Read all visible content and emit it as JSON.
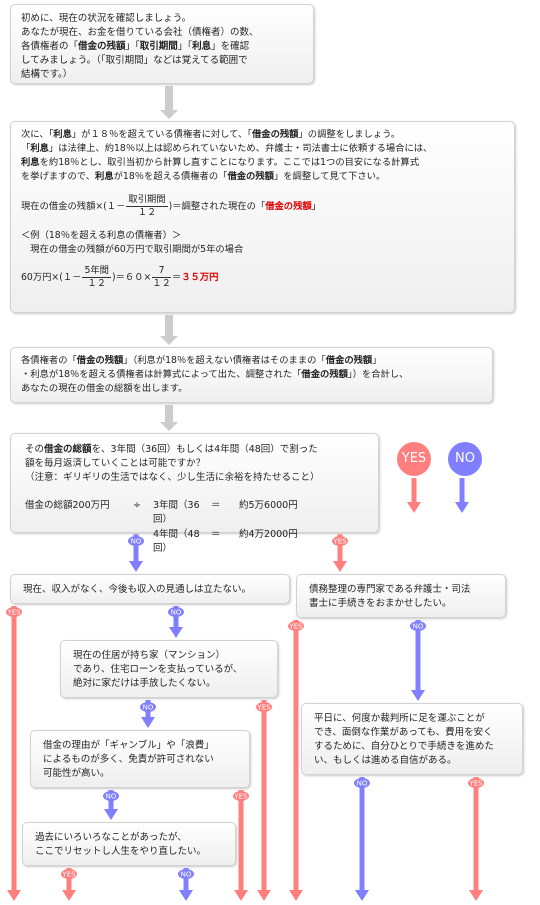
{
  "step1": {
    "line1": "初めに、現在の状況を確認しましょう。",
    "line2": "あなたが現在、お金を借りている会社（債権者）の数、",
    "line3_a": "各債権者の「",
    "line3_b": "借金の残額",
    "line3_c": "」「",
    "line3_d": "取引期間",
    "line3_e": "」「",
    "line3_f": "利息",
    "line3_g": "」を確認",
    "line4": "してみましょう。（「取引期間」などは覚えてる範囲で",
    "line5": "結構です。）"
  },
  "step2": {
    "l1_a": "次に、「",
    "l1_b": "利息",
    "l1_c": "」が１８％を超えている債権者に対して、「",
    "l1_d": "借金の残額",
    "l1_e": "」の調整をしましょう。",
    "l2_a": "「",
    "l2_b": "利息",
    "l2_c": "」は法律上、約18％以上は認められていないため、弁護士・司法書士に依頼する場合には、",
    "l3_a": "利息",
    "l3_b": "を約18％とし、取引当初から計算し直すことになります。ここでは1つの目安になる計算式",
    "l4_a": "を挙げますので、",
    "l4_b": "利息",
    "l4_c": "が18％を超える債権者の「",
    "l4_d": "借金の残額",
    "l4_e": "」を調整して見て下さい。",
    "formula_a": "現在の借金の残額×(１－",
    "formula_num": "取引期間",
    "formula_den": "１２",
    "formula_b": ")＝調整された現在の「",
    "formula_red": "借金の残額",
    "formula_c": "」",
    "ex_title": "＜例（18％を超える利息の債権者）＞",
    "ex_line": "　現在の借金の残額が60万円で取引期間が5年の場合",
    "ex_a": "60万円×(１－",
    "ex_num1": "5年間",
    "ex_den1": "１２",
    "ex_b": ")＝６０×",
    "ex_num2": "7",
    "ex_den2": "１２",
    "ex_c": "＝",
    "ex_red": "３５万円"
  },
  "step3": {
    "l1_a": "各債権者の「",
    "l1_b": "借金の残額",
    "l1_c": "」（利息が18％を超えない債権者はそのままの「",
    "l1_d": "借金の残額",
    "l1_e": "」",
    "l2_a": "・利息が18％を超える債権者は計算式によって出た、調整された「",
    "l2_b": "借金の残額",
    "l2_c": "」）を合計し、",
    "l3": "あなたの現在の借金の総額を出します。"
  },
  "step4": {
    "l1_a": "その",
    "l1_b": "借金の総額",
    "l1_c": "を、3年間（36回）もしくは4年間（48回）で割った",
    "l2": "額を毎月返済していくことは可能ですか？",
    "l3": "（注意：ギリギリの生活ではなく、少し生活に余裕を持たせること）",
    "calc": [
      {
        "a": "借金の総額200万円",
        "op": "÷",
        "b": "3年間（36回）",
        "eq": "＝",
        "c": "約5万6000円"
      },
      {
        "a": "",
        "op": "",
        "b": "4年間（48回）",
        "eq": "＝",
        "c": "約4万2000円"
      }
    ]
  },
  "legend": {
    "yes": "YES",
    "no": "NO"
  },
  "tags": {
    "yes": "YES",
    "no": "NO"
  },
  "q_income": "現在、収入がなく、今後も収入の見通しは立たない。",
  "q_expert": [
    "債務整理の専門家である弁護士・司法",
    "書士に手続きをおまかせしたい。"
  ],
  "q_house": [
    "現在の住居が持ち家（マンション）",
    "であり、住宅ローンを支払っているが、",
    "絶対に家だけは手放したくない。"
  ],
  "q_gamble": [
    "借金の理由が「ギャンブル」や「浪費」",
    "によるものが多く、免責が許可されない",
    "可能性が高い。"
  ],
  "q_reset": [
    "過去にいろいろなことがあったが、",
    "ここでリセットし人生をやり直したい。"
  ],
  "q_court": [
    "平日に、何度か裁判所に足を運ぶことが",
    "でき、面倒な作業があっても、費用を安く",
    "するために、自分ひとりで手続きを進めた",
    "い、もしくは進める自信がある。"
  ],
  "colors": {
    "yes": "#ff7f7f",
    "no": "#7f7fff",
    "gray": "#cccccc",
    "emphasis": "#e00000"
  }
}
